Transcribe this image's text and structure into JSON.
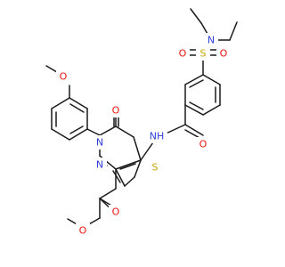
{
  "colors": {
    "bond": "#1a1a1a",
    "carbon": "#1a1a1a",
    "nitrogen": "#2e3fd8",
    "oxygen": "#e8160c",
    "sulfur": "#c8a800",
    "background": "#ffffff"
  },
  "atoms": {
    "n_sulfonamide": "N",
    "s_sulfonyl": "S",
    "o_sulfonyl_left": "O",
    "o_sulfonyl_right": "O",
    "o_amide": "O",
    "nh_amide": "NH",
    "s_thiophene": "S",
    "o_ketone": "O",
    "o_methoxy": "O",
    "n_ring_upper": "N",
    "n_ring_lower": "N",
    "o_ester_carbonyl": "O",
    "o_ester_ether": "O"
  }
}
